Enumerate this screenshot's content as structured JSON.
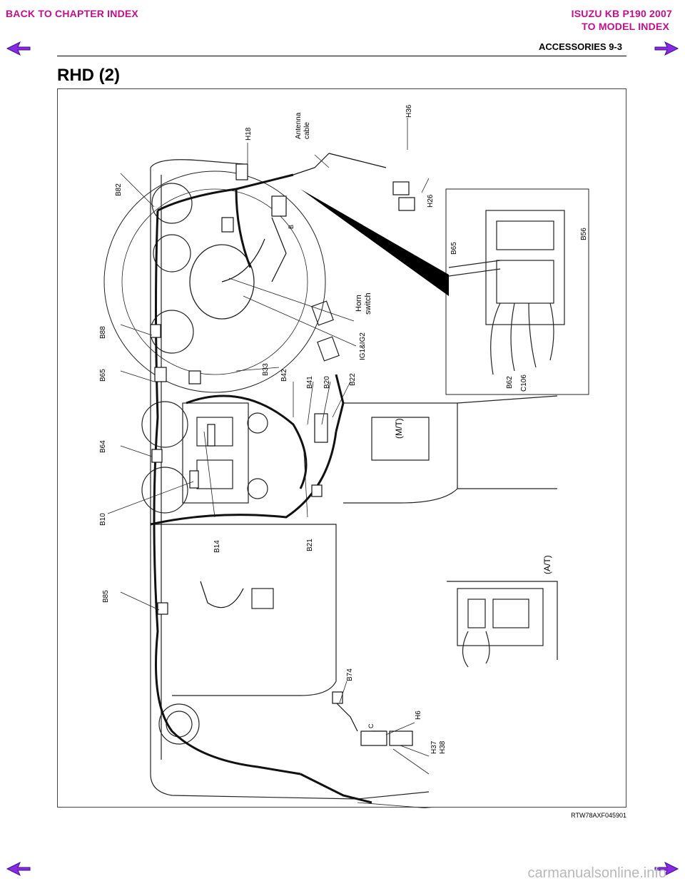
{
  "nav": {
    "back_chapter": "BACK TO CHAPTER INDEX",
    "model_title": "ISUZU KB P190 2007",
    "model_index": "TO MODEL INDEX"
  },
  "header": {
    "section": "ACCESSORIES  9-3",
    "heading": "RHD (2)"
  },
  "figure": {
    "code": "RTW78AXF045901",
    "labels": {
      "b82": "B82",
      "h18": "H18",
      "antenna": "Antenna",
      "cable": "cable",
      "h36": "H36",
      "h26": "H26",
      "b65_inset": "B65",
      "b56": "B56",
      "b62": "B62",
      "c106": "C106",
      "b88": "B88",
      "b65": "B65",
      "b64": "B64",
      "b10": "B10",
      "b14": "B14",
      "b85": "B85",
      "b21": "B21",
      "b33": "B33",
      "b42": "B42",
      "b41": "B41",
      "b20": "B20",
      "b22": "B22",
      "horn": "Horn",
      "switch": "switch",
      "ig": "IG1&IG2",
      "mt": "(M/T)",
      "at": "(A/T)",
      "b74": "B74",
      "h6": "H6",
      "h37": "H37",
      "h38": "H38",
      "b": "B",
      "c": "C"
    }
  },
  "footer": {
    "watermark": "carmanualsonline.info"
  },
  "colors": {
    "nav_link": "#c0108a",
    "arrow_fill": "#8a2be2",
    "arrow_dark": "#3a1090",
    "watermark": "#b8b8b8"
  },
  "icons": {
    "prev": "arrow-left-icon",
    "next": "arrow-right-icon"
  }
}
